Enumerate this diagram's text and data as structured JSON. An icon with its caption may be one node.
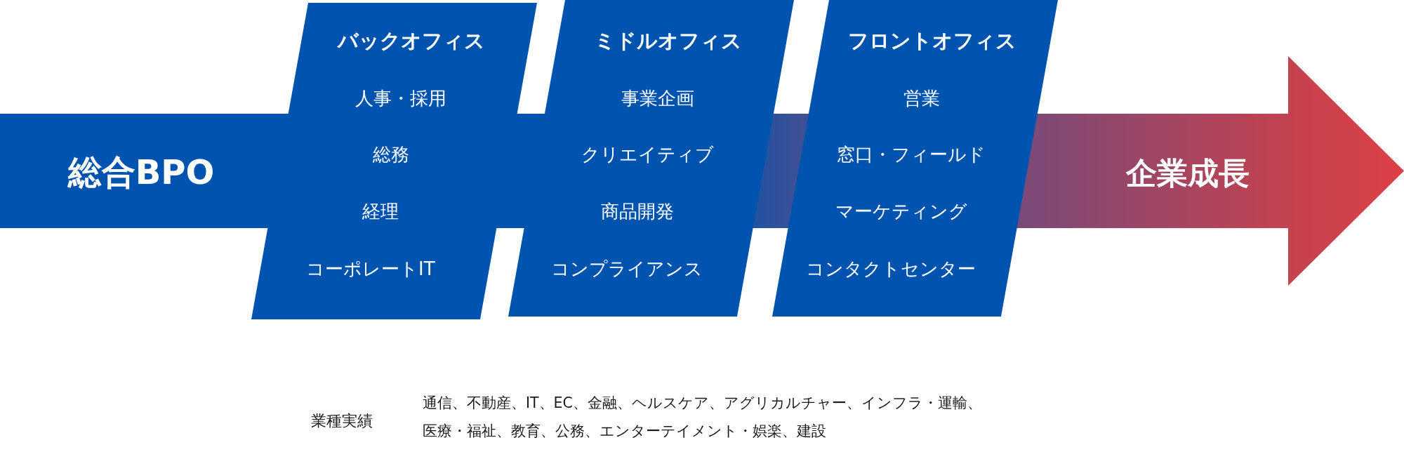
{
  "diagram": {
    "nodes": [
      {
        "text": [
          "総合BPO",
          "企業成長"
        ]
      },
      {
        "text": [
          "バックオフィス",
          "人事・採用",
          "総務",
          "経理",
          "コーポレートIT"
        ]
      },
      {
        "text": [
          "ミドルオフィス",
          "事業企画",
          "クリエイティブ",
          "商品開発",
          "コンプライアンス"
        ]
      },
      {
        "text": [
          "フロントオフィス",
          "営業",
          "窓口・フィールド",
          "マーケティング",
          "コンタクトセンター"
        ]
      }
    ],
    "labels": [
      "業種実績",
      "通信、不動産、IT、EC、金融、ヘルスケア、アグリカルチャー、インフラ・運輸、医療・福祉、教育、公務、エンターテイメント・娯楽、建設"
    ]
  }
}
